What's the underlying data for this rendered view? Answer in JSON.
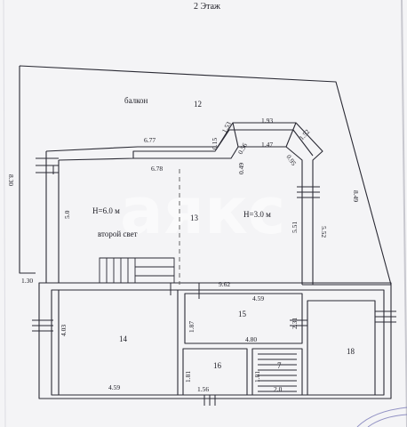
{
  "header": {
    "floor_label": "2  Этаж"
  },
  "labels": {
    "balcony": "балкон",
    "room12": "12",
    "room13": "13",
    "room14": "14",
    "room15": "15",
    "room16": "16",
    "room17": "7",
    "room18": "18",
    "height_left": "H=6.0 м",
    "height_right": "H=3.0 м",
    "second_light": "второй свет"
  },
  "dimensions": {
    "d_6_77": "6.77",
    "d_6_78": "6.78",
    "d_0_15": "0.15",
    "d_1_53": "1.53",
    "d_1_93": "1.93",
    "d_1_52": "1.52",
    "d_0_56": "0.56",
    "d_1_47": "1.47",
    "d_0_95": "0.95",
    "d_0_49": "0.49",
    "d_8_30": "8.30",
    "d_8_49": "8.49",
    "d_5_0": "5.0",
    "d_5_51": "5.51",
    "d_5_52": "5.52",
    "d_1_30": "1.30",
    "d_9_62": "9.62",
    "d_4_59_top": "4.59",
    "d_4_03": "4.03",
    "d_1_87": "1.87",
    "d_2_31": "2.31",
    "d_4_80": "4.80",
    "d_4_59_bottom": "4.59",
    "d_1_81_left": "1.81",
    "d_1_56": "1.56",
    "d_1_81_right": "1.81",
    "d_2_0": "2.0"
  },
  "watermark": {
    "text": "аякс"
  }
}
